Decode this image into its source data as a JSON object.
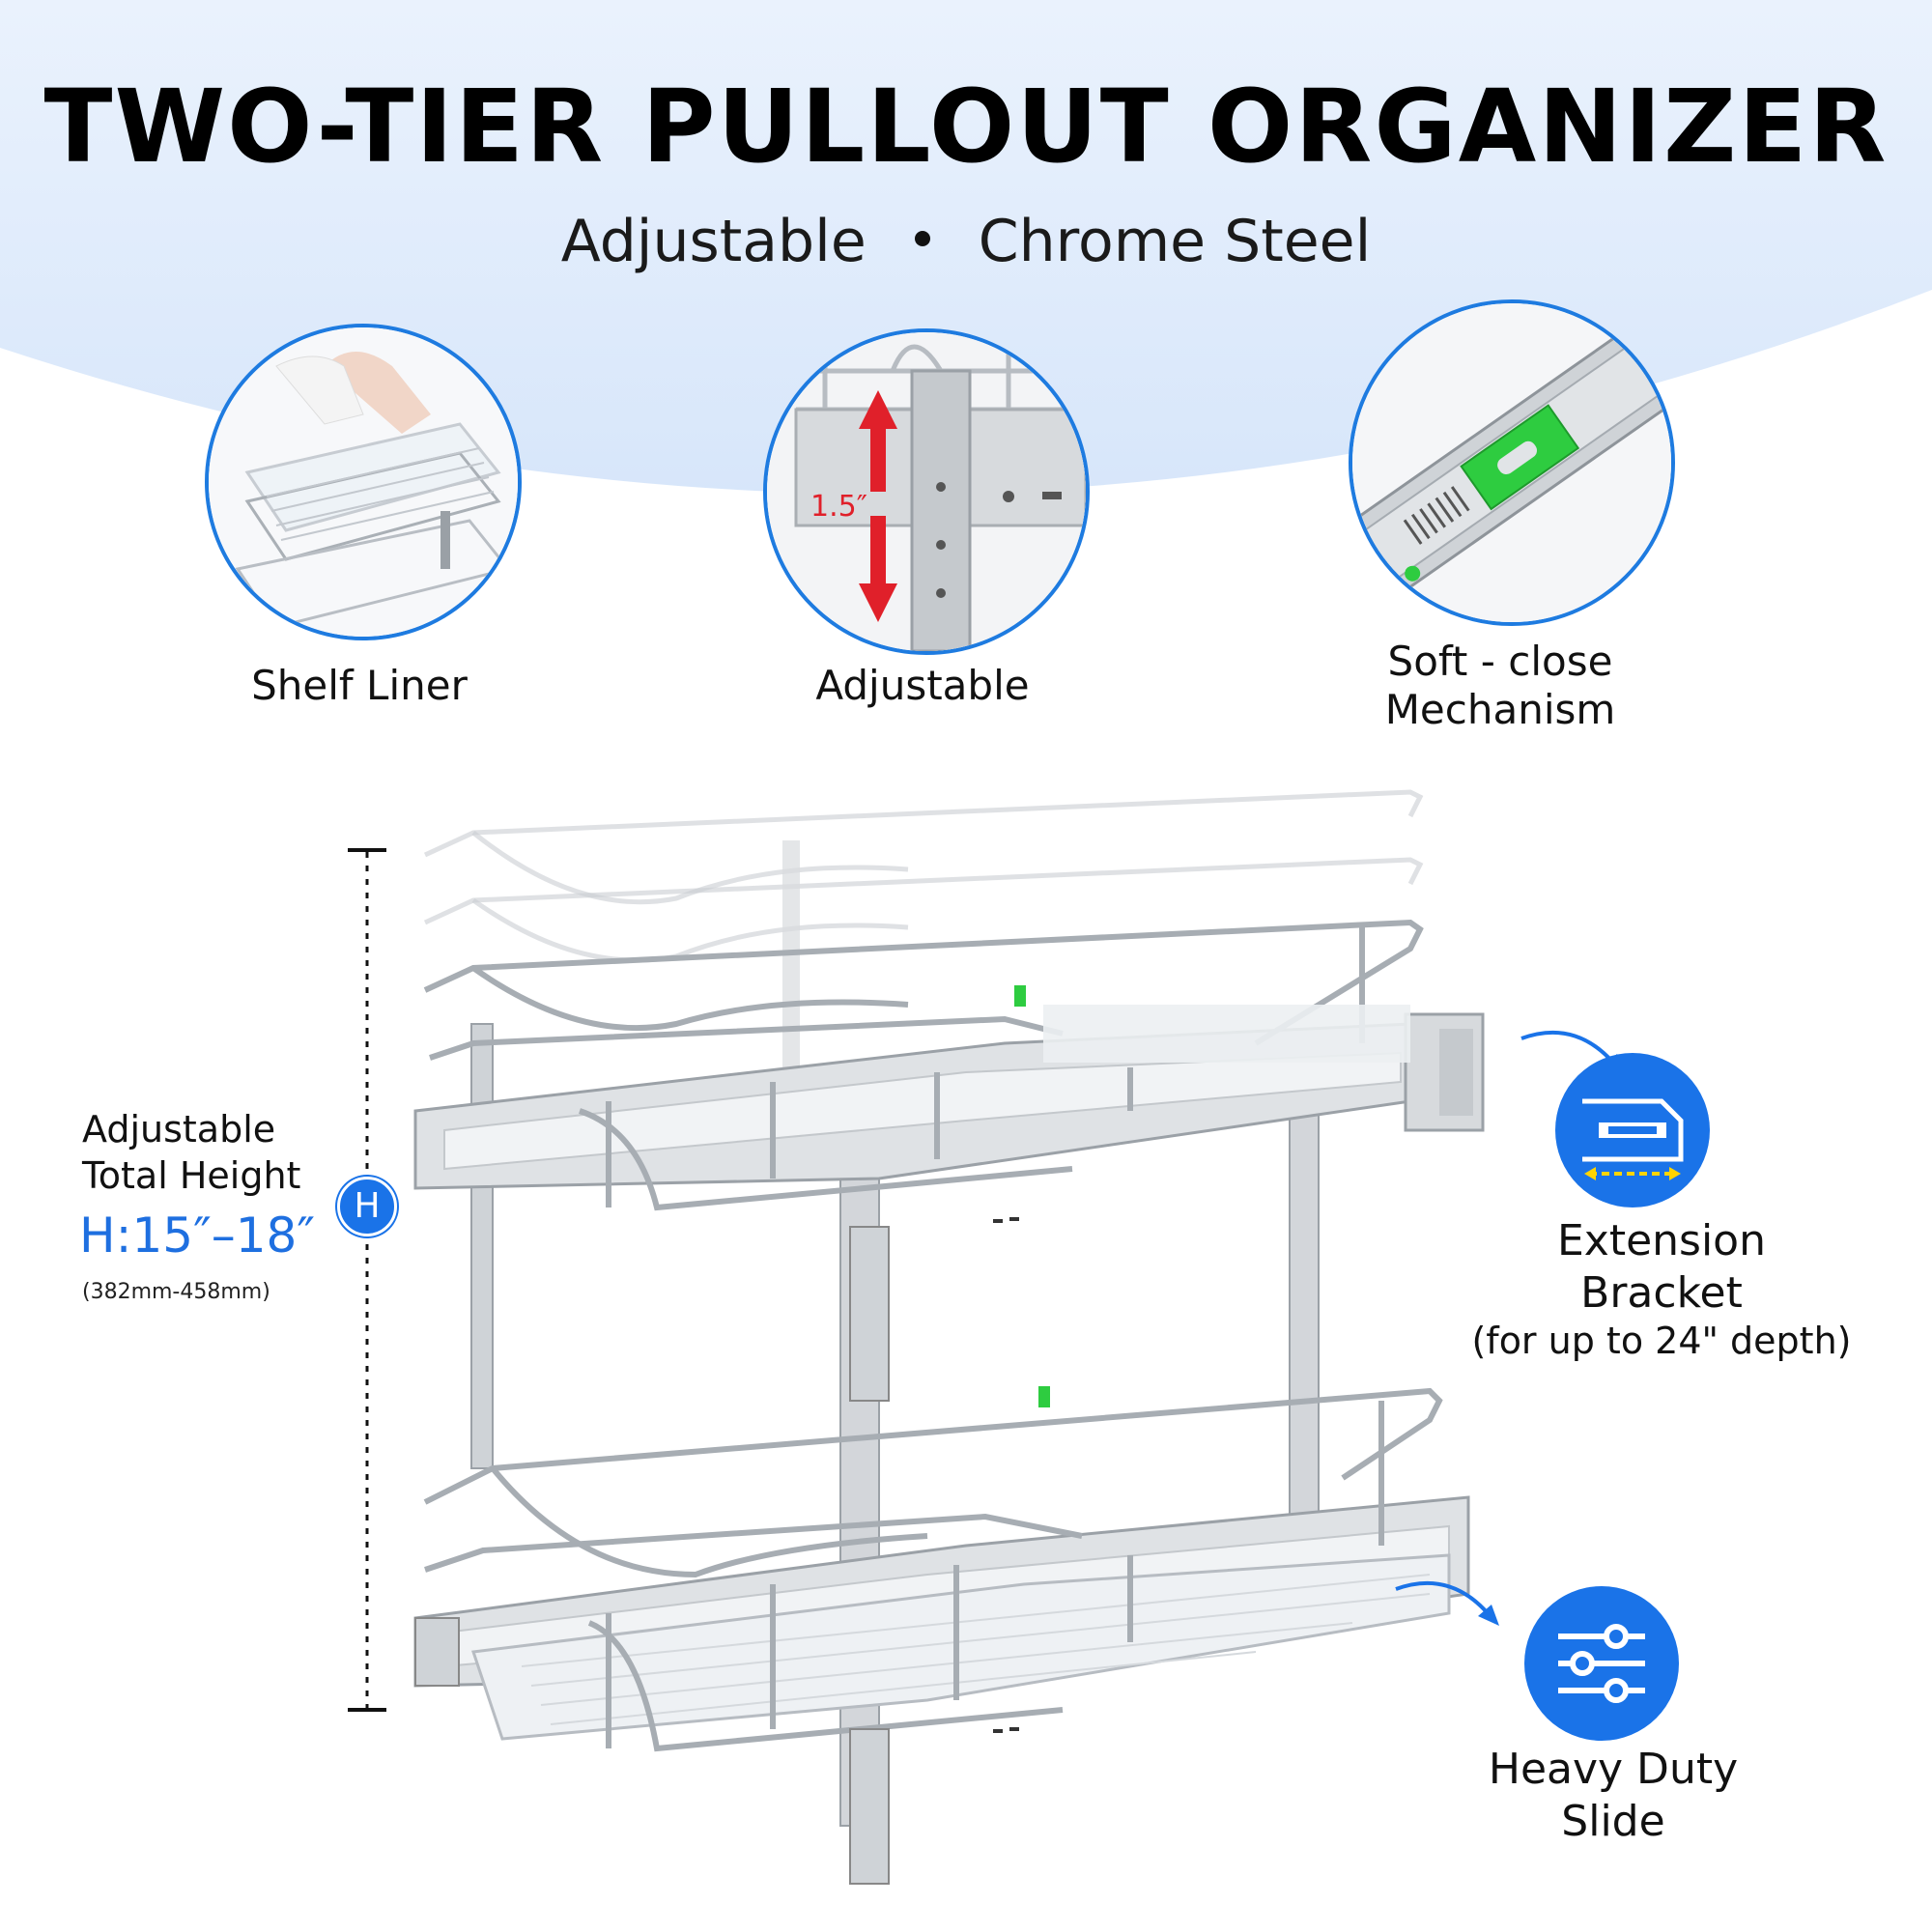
{
  "header": {
    "title": "TWO-TIER PULLOUT ORGANIZER",
    "subtitle_left": "Adjustable",
    "subtitle_right": "Chrome Steel"
  },
  "features": [
    {
      "label": "Shelf Liner"
    },
    {
      "label": "Adjustable",
      "measure": "1.5″"
    },
    {
      "label_line1": "Soft - close",
      "label_line2": "Mechanism"
    }
  ],
  "height_info": {
    "line1": "Adjustable",
    "line2": "Total Height",
    "badge": "H",
    "value": "H:15″–18″",
    "metric": "(382mm-458mm)"
  },
  "extension": {
    "line1": "Extension",
    "line2": "Bracket",
    "line3": "(for up to 24\" depth)"
  },
  "slide": {
    "line1": "Heavy Duty",
    "line2": "Slide"
  },
  "colors": {
    "accent": "#1a73e8",
    "arc": "#dce9fb",
    "green": "#2ecc40",
    "arrow_red": "#e0202a"
  }
}
